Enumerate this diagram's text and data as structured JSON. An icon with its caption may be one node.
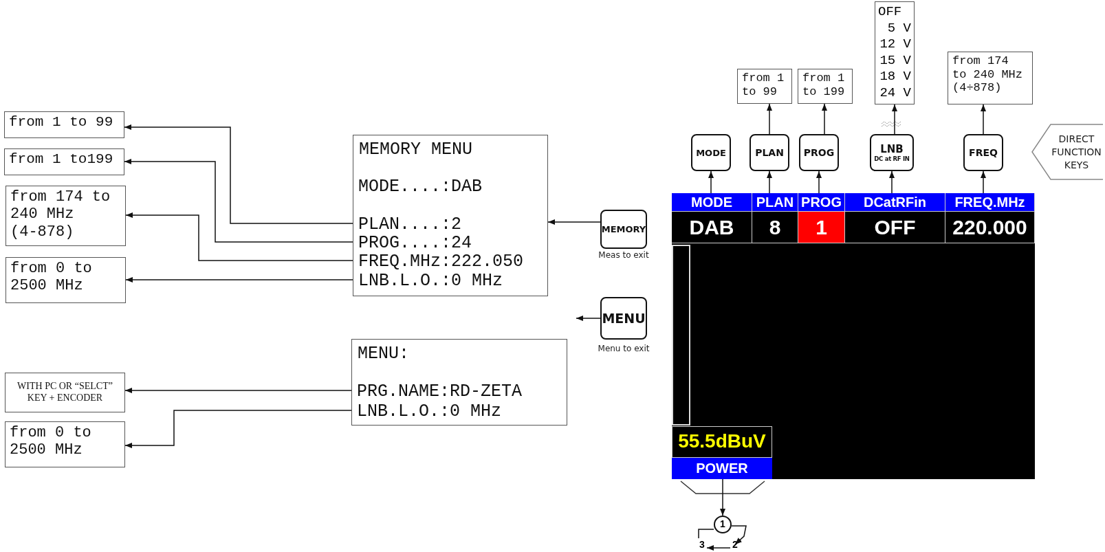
{
  "diagram": {
    "nodes": [
      {
        "text": [
          "from 1 to 99"
        ]
      },
      {
        "text": [
          "from 1 to199"
        ]
      },
      {
        "text": [
          "from 174 to 240 MHz (4-878)"
        ]
      },
      {
        "text": [
          "from 0 to 2500 MHz"
        ]
      },
      {
        "text": [
          "WITH PC OR “SELCT” KEY + ENCODER"
        ]
      },
      {
        "text": [
          "from 0 to 2500 MHz"
        ]
      },
      {
        "text": [
          "MEMORY MENU"
        ]
      },
      {
        "text": [
          "MODE....:DAB"
        ],
        "in": 6
      },
      {
        "text": [
          "PLAN....:2"
        ],
        "in": 6
      },
      {
        "text": [
          "PROG....:24"
        ],
        "in": 6
      },
      {
        "text": [
          "FREQ.MHz:222.050"
        ],
        "in": 6
      },
      {
        "text": [
          "LNB.L.O.:0 MHz"
        ],
        "in": 6
      },
      {
        "text": [
          "MENU:"
        ]
      },
      {
        "text": [
          "PRG.NAME:RD-ZETA"
        ],
        "in": 12
      },
      {
        "text": [
          "LNB.L.O.:0 MHz"
        ],
        "in": 12
      },
      {
        "text": [
          "MEMORY"
        ],
        "beside": [
          "Meas to exit"
        ]
      },
      {
        "text": [
          "MENU"
        ],
        "beside": [
          "Menu to exit"
        ]
      },
      {
        "text": [
          "MODE"
        ]
      },
      {
        "text": [
          "PLAN"
        ]
      },
      {
        "text": [
          "PROG"
        ]
      },
      {
        "text": [
          "LNB",
          "DC at RF IN"
        ]
      },
      {
        "text": [
          "FREQ"
        ]
      },
      {
        "text": [
          "from 1 to 99"
        ]
      },
      {
        "text": [
          "from 1 to 199"
        ]
      },
      {
        "text": [
          "OFF",
          "5 V",
          "12 V",
          "15 V",
          "18 V",
          "24 V"
        ]
      },
      {
        "text": [
          "from 174 to 240 MHz (4÷878)"
        ]
      },
      {
        "text": [
          "DIRECT FUNCTION KEYS"
        ]
      },
      {
        "text": [],
        "shape": "box"
      },
      {
        "text": [
          "MODE"
        ],
        "in": 27
      },
      {
        "text": [
          "PLAN"
        ],
        "in": 27
      },
      {
        "text": [
          "PROG"
        ],
        "in": 27
      },
      {
        "text": [
          "DCatRFin"
        ],
        "in": 27
      },
      {
        "text": [
          "FREQ.MHz"
        ],
        "in": 27
      },
      {
        "text": [
          "DAB"
        ],
        "in": 27
      },
      {
        "text": [
          "8"
        ],
        "in": 27
      },
      {
        "text": [
          "1"
        ],
        "in": 27
      },
      {
        "text": [
          "OFF"
        ],
        "in": 27
      },
      {
        "text": [
          "220.000"
        ],
        "in": 27
      },
      {
        "text": [],
        "shape": "bar",
        "in": 27
      },
      {
        "text": [
          "55.5dBuV"
        ],
        "in": 27
      },
      {
        "text": [
          "POWER"
        ],
        "in": 27
      },
      {
        "text": [
          "1"
        ]
      },
      {
        "text": [
          "2"
        ]
      },
      {
        "text": [
          "3"
        ]
      }
    ],
    "edges": [
      {
        "from": 8,
        "to": 0,
        "arrow": "to"
      },
      {
        "from": 9,
        "to": 1,
        "arrow": "to"
      },
      {
        "from": 10,
        "to": 2,
        "arrow": "to"
      },
      {
        "from": 11,
        "to": 3,
        "arrow": "to"
      },
      {
        "from": 13,
        "to": 4,
        "arrow": "to"
      },
      {
        "from": 14,
        "to": 5,
        "arrow": "to"
      },
      {
        "from": 15,
        "to": 6,
        "arrow": "to"
      },
      {
        "from": 16,
        "to": null,
        "arrow": "to"
      },
      {
        "from": 28,
        "to": 17,
        "arrow": "to"
      },
      {
        "from": 29,
        "to": 18,
        "arrow": "to"
      },
      {
        "from": 30,
        "to": 19,
        "arrow": "to"
      },
      {
        "from": 31,
        "to": 20,
        "arrow": "to"
      },
      {
        "from": 32,
        "to": 21,
        "arrow": "to"
      },
      {
        "from": 18,
        "to": 22,
        "arrow": "to"
      },
      {
        "from": 19,
        "to": 23,
        "arrow": "to"
      },
      {
        "from": 20,
        "to": 24,
        "arrow": "to"
      },
      {
        "from": 21,
        "to": 25,
        "arrow": "to"
      },
      {
        "from": 40,
        "to": 41,
        "arrow": "to"
      },
      {
        "from": 41,
        "to": 42,
        "arrow": "to"
      },
      {
        "from": 42,
        "to": 43,
        "arrow": "to"
      },
      {
        "from": 43,
        "to": 41,
        "arrow": "none"
      }
    ]
  }
}
